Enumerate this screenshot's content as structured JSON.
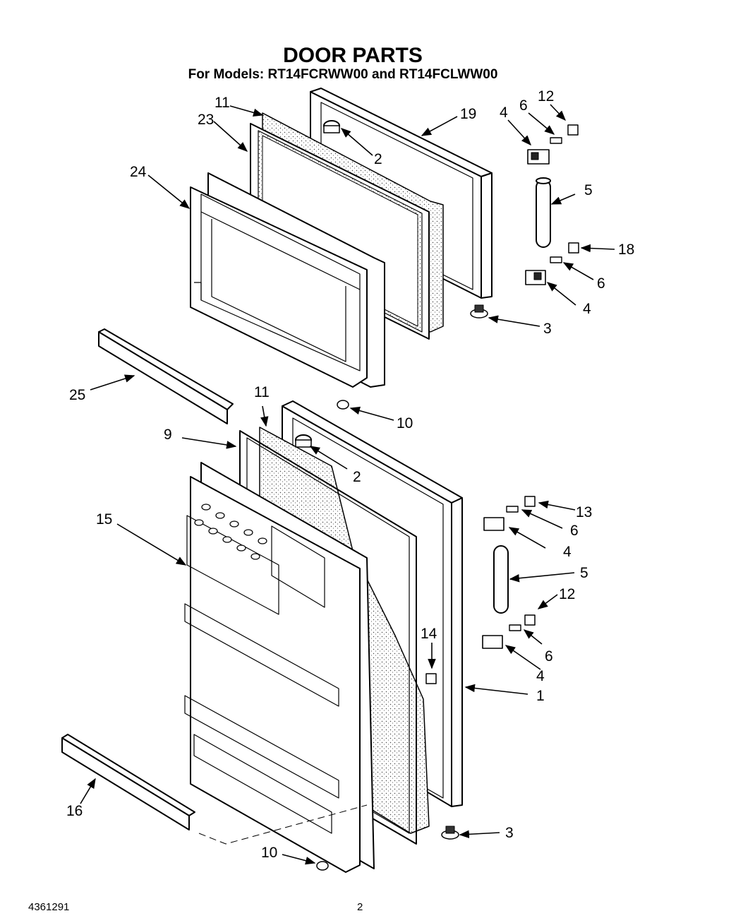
{
  "title": "DOOR PARTS",
  "subtitle": "For Models:  RT14FCRWW00 and RT14FCLWW00",
  "footer": {
    "doc_number": "4361291",
    "page_number": "2"
  },
  "callouts": {
    "c1": "1",
    "c2a": "2",
    "c2b": "2",
    "c3a": "3",
    "c3b": "3",
    "c4a": "4",
    "c4b": "4",
    "c4c": "4",
    "c4d": "4",
    "c5a": "5",
    "c5b": "5",
    "c6a": "6",
    "c6b": "6",
    "c6c": "6",
    "c6d": "6",
    "c9": "9",
    "c10a": "10",
    "c10b": "10",
    "c11a": "11",
    "c11b": "11",
    "c12a": "12",
    "c12b": "12",
    "c13": "13",
    "c14": "14",
    "c15": "15",
    "c16": "16",
    "c18": "18",
    "c19": "19",
    "c23": "23",
    "c24": "24",
    "c25": "25"
  }
}
